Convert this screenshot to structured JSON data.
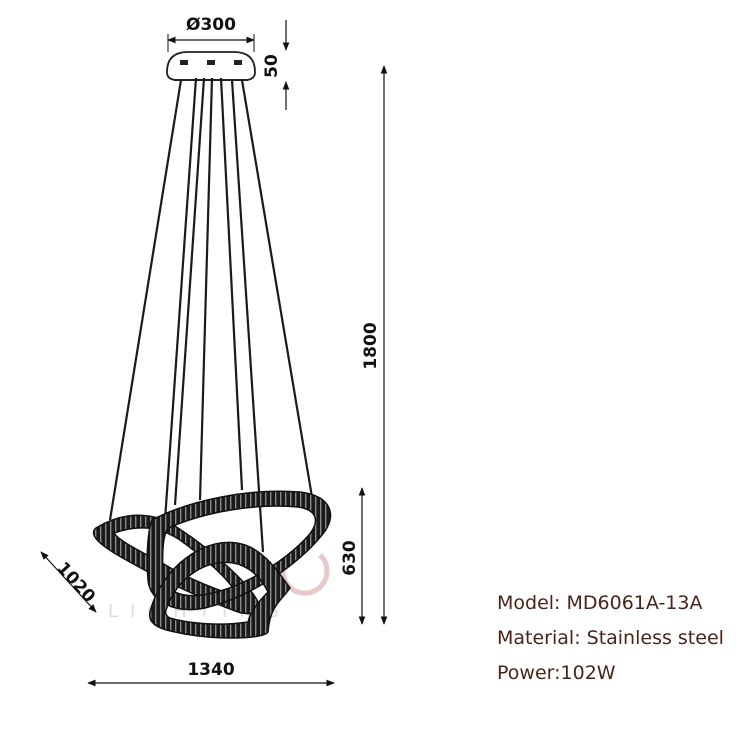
{
  "dimensions": {
    "canopy_diameter": "Ø300",
    "canopy_height": "50",
    "total_height": "1800",
    "rings_height": "630",
    "ring_diameter": "1020",
    "total_width": "1340"
  },
  "watermark": {
    "text": "LIGHTING"
  },
  "specs": {
    "model": "Model: MD6061A-13A",
    "material": "Material: Stainless steel",
    "power": "Power:102W"
  }
}
